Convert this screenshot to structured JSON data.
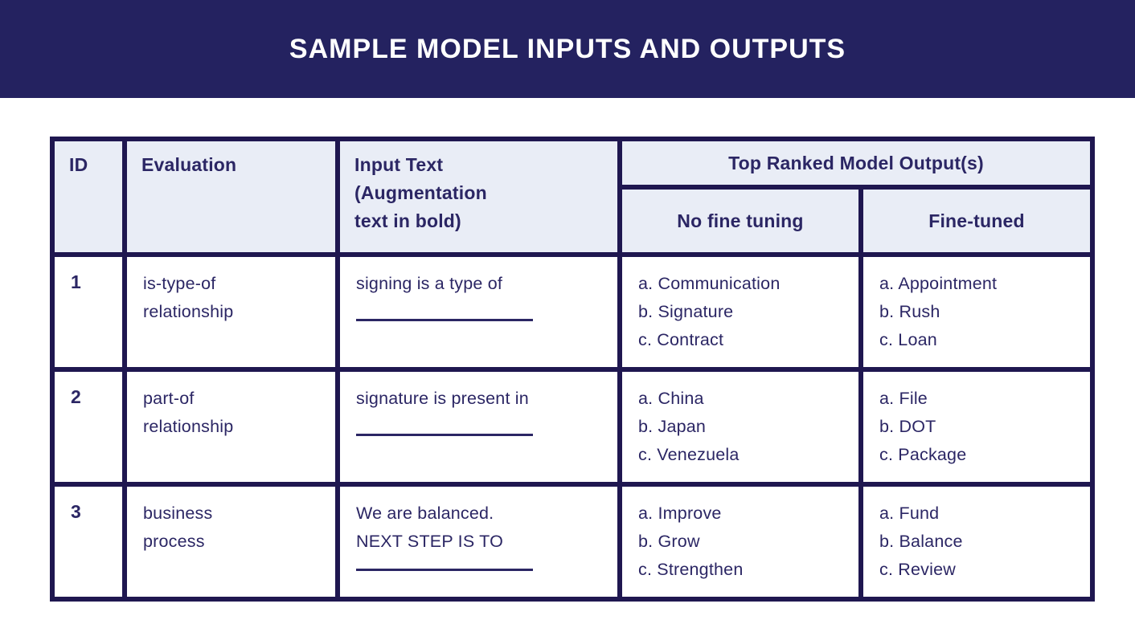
{
  "banner": {
    "title": "SAMPLE MODEL INPUTS AND OUTPUTS"
  },
  "colors": {
    "banner_bg": "#242260",
    "table_border": "#1f1750",
    "header_bg": "#e9edf6",
    "text_navy": "#2b2664",
    "cell_bg": "#ffffff"
  },
  "table": {
    "headers": {
      "id": "ID",
      "evaluation": "Evaluation",
      "input_text": "Input Text\n(Augmentation\ntext in bold)",
      "top_ranked": "Top Ranked Model Output(s)",
      "no_fine_tuning": "No fine tuning",
      "fine_tuned": "Fine-tuned"
    },
    "rows": [
      {
        "id": "1",
        "evaluation": "is-type-of\nrelationship",
        "input_text": "signing is a type of",
        "no_fine_tuning": [
          "a. Communication",
          "b. Signature",
          "c. Contract"
        ],
        "fine_tuned": [
          "a. Appointment",
          "b. Rush",
          "c. Loan"
        ]
      },
      {
        "id": "2",
        "evaluation": "part-of\nrelationship",
        "input_text": "signature is present in",
        "no_fine_tuning": [
          "a. China",
          "b. Japan",
          "c. Venezuela"
        ],
        "fine_tuned": [
          "a. File",
          "b. DOT",
          "c. Package"
        ]
      },
      {
        "id": "3",
        "evaluation": "business\nprocess",
        "input_text": "We are balanced.\nNEXT STEP IS TO",
        "no_fine_tuning": [
          "a. Improve",
          "b. Grow",
          "c. Strengthen"
        ],
        "fine_tuned": [
          "a. Fund",
          "b. Balance",
          "c. Review"
        ]
      }
    ]
  }
}
